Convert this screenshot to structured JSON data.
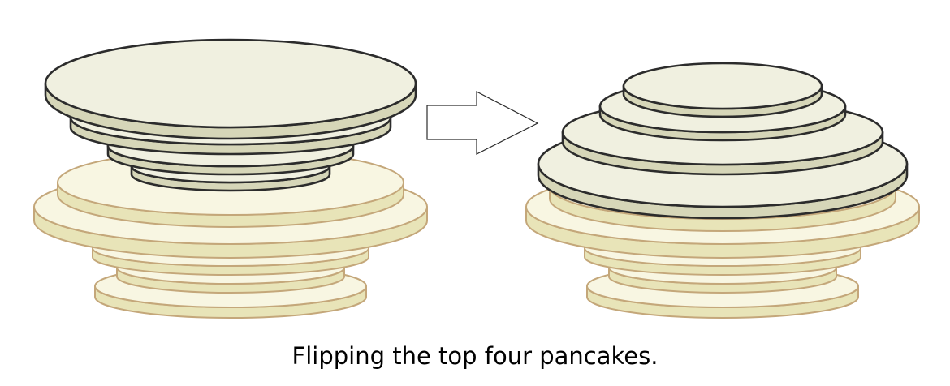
{
  "caption": "Flipping the top four pancakes.",
  "colors": {
    "flipped_top": "#f0f0e0",
    "flipped_side": "#d6d6b8",
    "flipped_stroke": "#2c2c2c",
    "plain_top": "#f8f6e2",
    "plain_side": "#e8e4b8",
    "plain_stroke": "#c4a77a",
    "arrow_fill": "#ffffff",
    "arrow_stroke": "#2c2c2c"
  },
  "stacks": {
    "before": {
      "name": "before-flip",
      "pancakes": [
        {
          "kind": "plain",
          "id": "before-bottom-1"
        },
        {
          "kind": "plain",
          "id": "before-bottom-2"
        },
        {
          "kind": "plain",
          "id": "before-bottom-3"
        },
        {
          "kind": "plain",
          "id": "before-bottom-4"
        },
        {
          "kind": "plain",
          "id": "before-bottom-5"
        },
        {
          "kind": "flipped",
          "id": "before-top-4"
        },
        {
          "kind": "flipped",
          "id": "before-top-3"
        },
        {
          "kind": "flipped",
          "id": "before-top-2"
        },
        {
          "kind": "flipped",
          "id": "before-top-1"
        }
      ]
    },
    "after": {
      "name": "after-flip",
      "pancakes": [
        {
          "kind": "plain",
          "id": "after-bottom-1"
        },
        {
          "kind": "plain",
          "id": "after-bottom-2"
        },
        {
          "kind": "plain",
          "id": "after-bottom-3"
        },
        {
          "kind": "plain",
          "id": "after-bottom-4"
        },
        {
          "kind": "plain",
          "id": "after-bottom-5"
        },
        {
          "kind": "flipped",
          "id": "after-top-1"
        },
        {
          "kind": "flipped",
          "id": "after-top-2"
        },
        {
          "kind": "flipped",
          "id": "after-top-3"
        },
        {
          "kind": "flipped",
          "id": "after-top-4"
        }
      ]
    }
  },
  "arrow": {
    "icon": "right-arrow-icon",
    "direction": "right"
  }
}
